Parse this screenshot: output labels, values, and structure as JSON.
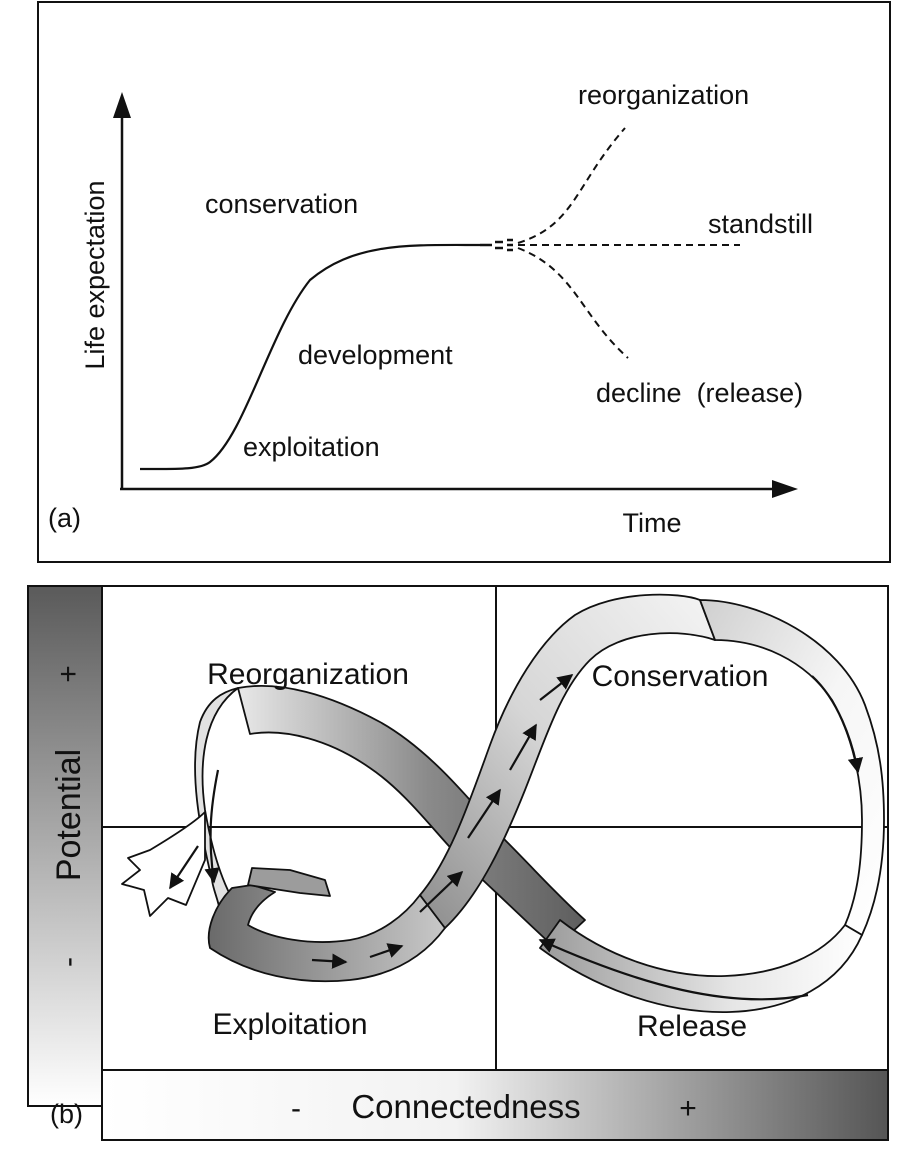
{
  "panel_a": {
    "tag": "(a)",
    "y_axis_label": "Life expectation",
    "x_axis_label": "Time",
    "labels": {
      "conservation": "conservation",
      "development": "development",
      "exploitation": "exploitation",
      "reorganization": "reorganization",
      "standstill": "standstill",
      "decline": "decline  (release)"
    }
  },
  "panel_b": {
    "tag": "(b)",
    "potential_label": "Potential",
    "potential_plus": "+",
    "potential_minus": "-",
    "connectedness_label": "Connectedness",
    "connectedness_minus": "-",
    "connectedness_plus": "+",
    "quadrants": {
      "reorganization": "Reorganization",
      "conservation": "Conservation",
      "exploitation": "Exploitation",
      "release": "Release"
    }
  },
  "colors": {
    "ink": "#111111",
    "band_dark": "#5a5a5a",
    "band_light": "#ffffff"
  }
}
